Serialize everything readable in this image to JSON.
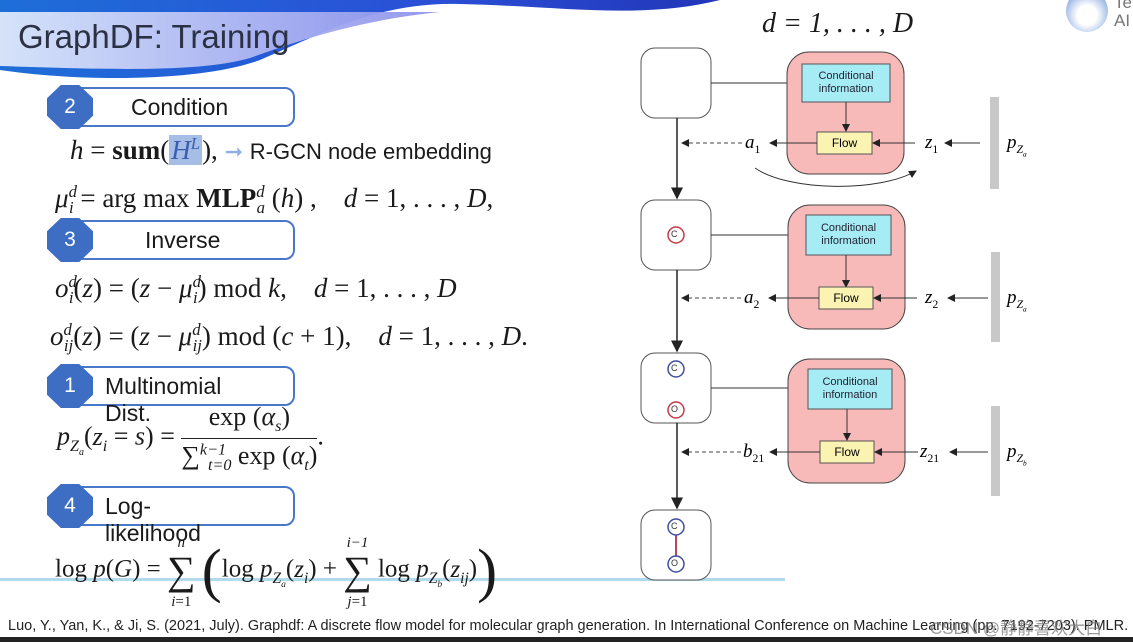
{
  "slide": {
    "title": "GraphDF: Training",
    "logo_text_line1": "Te",
    "logo_text_line2": "AI"
  },
  "steps": [
    {
      "number": "2",
      "label": "Condition"
    },
    {
      "number": "3",
      "label": "Inverse"
    },
    {
      "number": "1",
      "label": "Multinomial Dist."
    },
    {
      "number": "4",
      "label": "Log-likelihood"
    }
  ],
  "equations": {
    "condition_eq_lhs": "h = sum(",
    "condition_eq_highlight": "H",
    "condition_eq_highlight_sup": "L",
    "condition_eq_tail": "),",
    "condition_note": "R-GCN node embedding",
    "mu_eq": "μ",
    "mu_eq_text": " = arg max ",
    "mu_eq_mlp": "MLP",
    "mu_eq_args": " (h) ,     d = 1, . . . , D,",
    "inverse_eq1": "(z) = (z − μ",
    "inverse_eq1_tail": ") mod k,     d = 1, . . . , D",
    "inverse_eq2": "(z) = (z − μ",
    "inverse_eq2_tail": ") mod (c + 1),     d = 1, . . . , D.",
    "multinomial_lhs": "(z",
    "multinomial_lhs2": " = s) =",
    "multinomial_num": "exp (α",
    "multinomial_den": "exp (α",
    "loglik_lhs": "log p(G) =",
    "loglik_term1": "log p",
    "loglik_term2": "log p"
  },
  "diagram": {
    "header": "d = 1, . . . , D",
    "conditional_label_line1": "Conditional",
    "conditional_label_line2": "information",
    "flow_label": "Flow",
    "rows": [
      {
        "output": "a",
        "output_sub": "1",
        "latent": "z",
        "latent_sub": "1",
        "prior_sub": "a"
      },
      {
        "output": "a",
        "output_sub": "2",
        "latent": "z",
        "latent_sub": "2",
        "prior_sub": "a"
      },
      {
        "output": "b",
        "output_sub": "21",
        "latent": "z",
        "latent_sub": "21",
        "prior_sub": "b"
      }
    ],
    "atom_c": "C",
    "atom_o": "O",
    "colors": {
      "block_bg": "#f8b9b9",
      "cond_bg": "#a6ecf5",
      "flow_bg": "#fbf3b2",
      "atom_red": "#c23b48",
      "atom_blue": "#3d4f9a",
      "prior_bar": "#c8c8c8"
    }
  },
  "footer": {
    "reference": "Luo, Y., Yan, K., & Ji, S. (2021, July). Graphdf: A discrete flow model for molecular graph generation. In International Conference on Machine Learning (pp. 7192-7203). PMLR.",
    "watermark": "CSDN @静静喜欢大白"
  }
}
